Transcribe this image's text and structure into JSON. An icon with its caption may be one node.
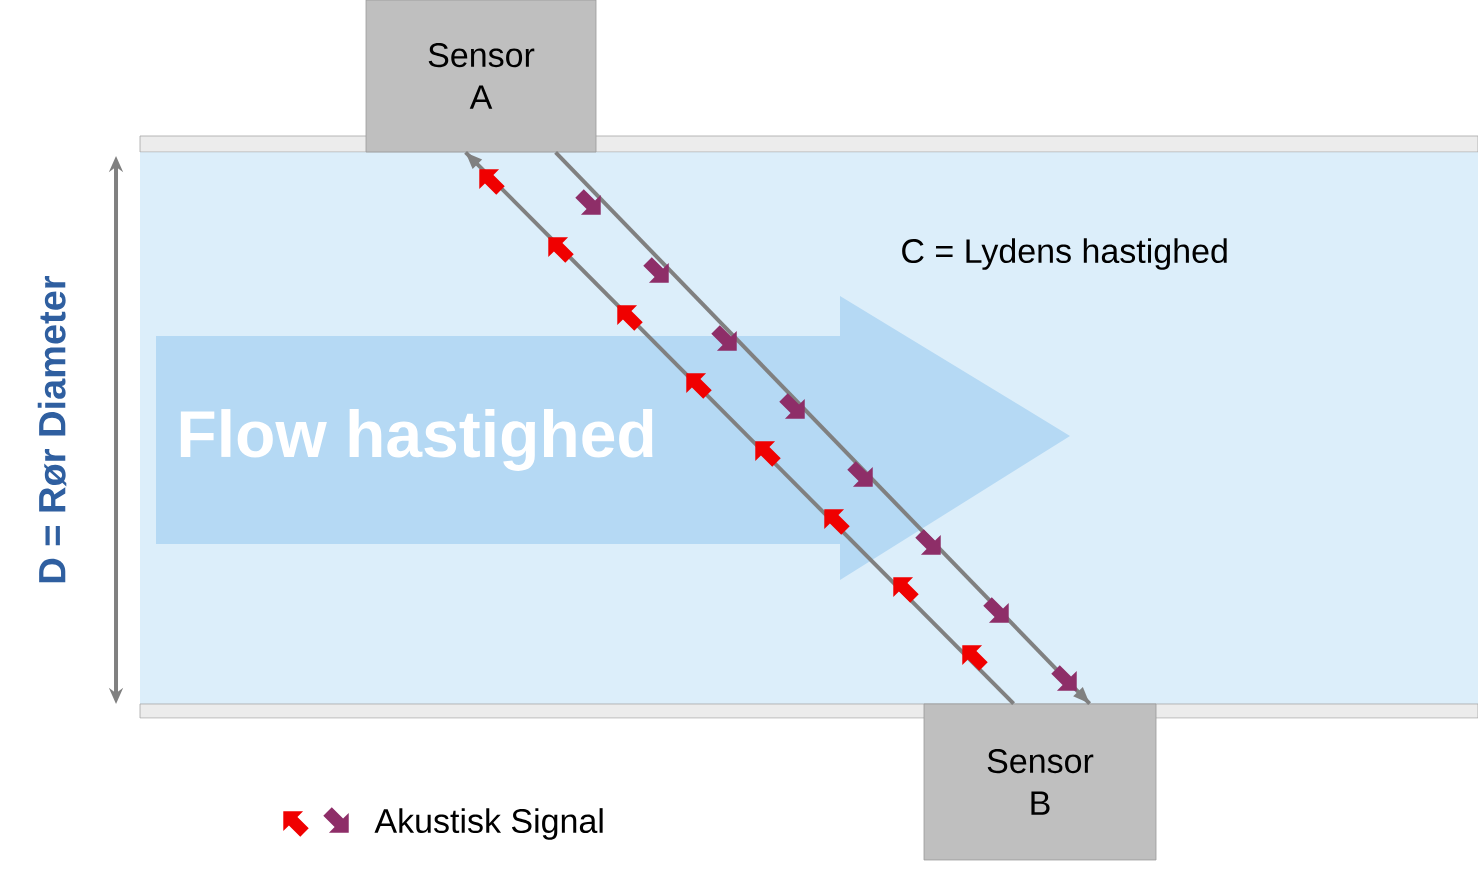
{
  "diagram": {
    "nodes": [
      {
        "text": [
          "Sensor A"
        ]
      },
      {
        "text": [
          "Sensor B"
        ]
      }
    ],
    "edges": [
      {
        "from": 1,
        "to": 0,
        "arrow": "to"
      },
      {
        "from": 0,
        "to": 1,
        "arrow": "to"
      }
    ],
    "labels": [
      "C = Lydens hastighed",
      "Flow hastighed",
      "D = Rør Diameter"
    ],
    "legend": [
      {
        "text": "Akustisk Signal"
      }
    ]
  }
}
